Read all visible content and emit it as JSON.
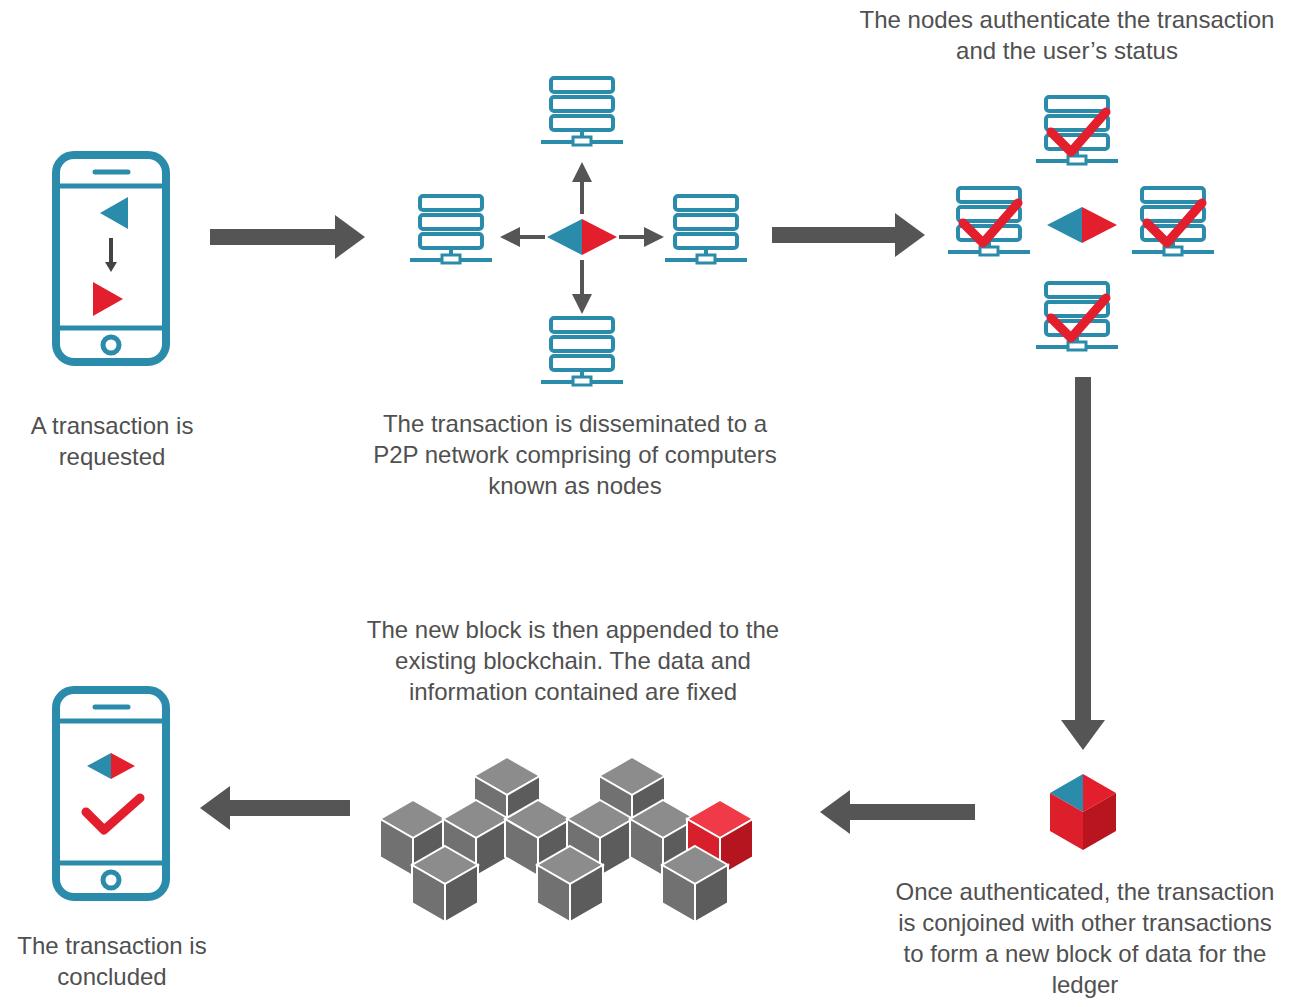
{
  "diagram": {
    "nodes": [
      {
        "text": [
          "A transaction is requested"
        ]
      },
      {
        "text": [
          "The transaction is disseminated to a P2P network comprising of computers known as nodes"
        ]
      },
      {
        "text": [
          "The nodes authenticate the transaction and the user’s status"
        ]
      },
      {
        "text": [
          "Once authenticated, the transaction is conjoined with other transactions to form a new block of data for the ledger"
        ]
      },
      {
        "text": [
          "The new block is then appended to the existing blockchain. The data and information contained are fixed"
        ]
      },
      {
        "text": [
          "The transaction is concluded"
        ]
      }
    ],
    "edges": [
      {
        "from": 0,
        "to": 1,
        "arrow": "to"
      },
      {
        "from": 1,
        "to": 2,
        "arrow": "to"
      },
      {
        "from": 2,
        "to": 3,
        "arrow": "to"
      },
      {
        "from": 3,
        "to": 4,
        "arrow": "to"
      },
      {
        "from": 4,
        "to": 5,
        "arrow": "to"
      }
    ]
  }
}
